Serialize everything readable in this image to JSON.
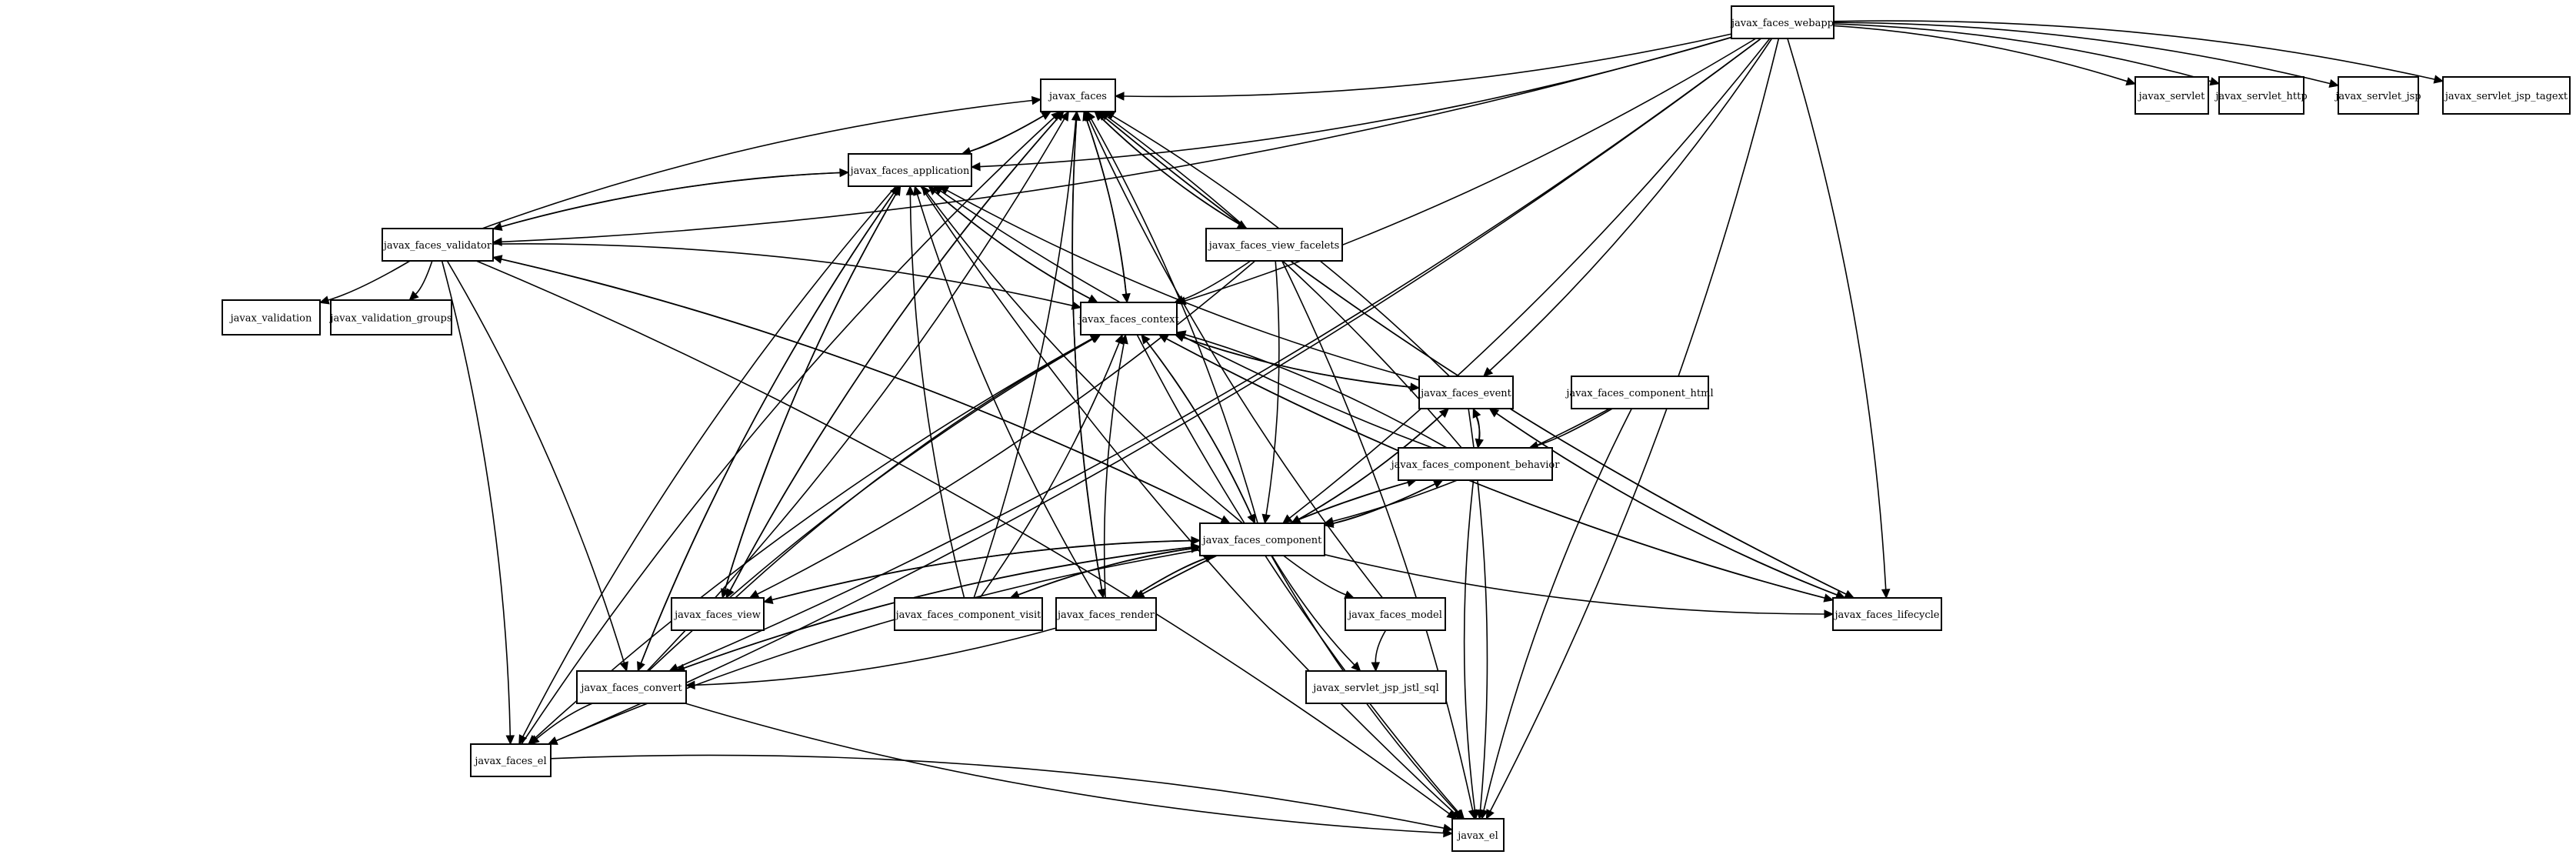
{
  "diagram": {
    "type": "dependency-graph",
    "nodes": [
      {
        "id": "webapp",
        "label": "javax_faces_webapp"
      },
      {
        "id": "faces",
        "label": "javax_faces"
      },
      {
        "id": "servlet",
        "label": "javax_servlet"
      },
      {
        "id": "servlet_http",
        "label": "javax_servlet_http"
      },
      {
        "id": "servlet_jsp",
        "label": "javax_servlet_jsp"
      },
      {
        "id": "servlet_jsp_tagext",
        "label": "javax_servlet_jsp_tagext"
      },
      {
        "id": "application",
        "label": "javax_faces_application"
      },
      {
        "id": "validator",
        "label": "javax_faces_validator"
      },
      {
        "id": "view_facelets",
        "label": "javax_faces_view_facelets"
      },
      {
        "id": "validation",
        "label": "javax_validation"
      },
      {
        "id": "validation_groups",
        "label": "javax_validation_groups"
      },
      {
        "id": "context",
        "label": "javax_faces_context"
      },
      {
        "id": "event",
        "label": "javax_faces_event"
      },
      {
        "id": "component_html",
        "label": "javax_faces_component_html"
      },
      {
        "id": "component_behavior",
        "label": "javax_faces_component_behavior"
      },
      {
        "id": "component",
        "label": "javax_faces_component"
      },
      {
        "id": "view",
        "label": "javax_faces_view"
      },
      {
        "id": "component_visit",
        "label": "javax_faces_component_visit"
      },
      {
        "id": "render",
        "label": "javax_faces_render"
      },
      {
        "id": "model",
        "label": "javax_faces_model"
      },
      {
        "id": "lifecycle",
        "label": "javax_faces_lifecycle"
      },
      {
        "id": "servlet_jsp_jstl_sql",
        "label": "javax_servlet_jsp_jstl_sql"
      },
      {
        "id": "convert",
        "label": "javax_faces_convert"
      },
      {
        "id": "faces_el",
        "label": "javax_faces_el"
      },
      {
        "id": "el",
        "label": "javax_el"
      }
    ],
    "edges": [
      [
        "webapp",
        "faces"
      ],
      [
        "webapp",
        "servlet"
      ],
      [
        "webapp",
        "servlet_http"
      ],
      [
        "webapp",
        "servlet_jsp"
      ],
      [
        "webapp",
        "servlet_jsp_tagext"
      ],
      [
        "webapp",
        "application"
      ],
      [
        "webapp",
        "validator"
      ],
      [
        "webapp",
        "context"
      ],
      [
        "webapp",
        "event"
      ],
      [
        "webapp",
        "component"
      ],
      [
        "webapp",
        "convert"
      ],
      [
        "webapp",
        "faces_el"
      ],
      [
        "webapp",
        "lifecycle"
      ],
      [
        "webapp",
        "el"
      ],
      [
        "faces",
        "application"
      ],
      [
        "application",
        "faces"
      ],
      [
        "application",
        "validator"
      ],
      [
        "validator",
        "application"
      ],
      [
        "validator",
        "faces"
      ],
      [
        "validator",
        "validation"
      ],
      [
        "validator",
        "validation_groups"
      ],
      [
        "validator",
        "context"
      ],
      [
        "validator",
        "component"
      ],
      [
        "validator",
        "convert"
      ],
      [
        "validator",
        "faces_el"
      ],
      [
        "validator",
        "el"
      ],
      [
        "view_facelets",
        "faces"
      ],
      [
        "faces",
        "view_facelets"
      ],
      [
        "view_facelets",
        "context"
      ],
      [
        "view_facelets",
        "component"
      ],
      [
        "view_facelets",
        "view"
      ],
      [
        "view_facelets",
        "el"
      ],
      [
        "context",
        "faces"
      ],
      [
        "faces",
        "context"
      ],
      [
        "context",
        "application"
      ],
      [
        "application",
        "context"
      ],
      [
        "context",
        "event"
      ],
      [
        "event",
        "context"
      ],
      [
        "context",
        "component"
      ],
      [
        "component",
        "context"
      ],
      [
        "context",
        "lifecycle"
      ],
      [
        "lifecycle",
        "context"
      ],
      [
        "context",
        "el"
      ],
      [
        "context",
        "faces_el"
      ],
      [
        "event",
        "faces"
      ],
      [
        "event",
        "application"
      ],
      [
        "event",
        "component"
      ],
      [
        "component",
        "event"
      ],
      [
        "event",
        "el"
      ],
      [
        "event",
        "lifecycle"
      ],
      [
        "lifecycle",
        "event"
      ],
      [
        "component_behavior",
        "event"
      ],
      [
        "event",
        "component_behavior"
      ],
      [
        "component_html",
        "component"
      ],
      [
        "component_html",
        "component_behavior"
      ],
      [
        "component_html",
        "el"
      ],
      [
        "component_behavior",
        "faces"
      ],
      [
        "component_behavior",
        "context"
      ],
      [
        "component_behavior",
        "component"
      ],
      [
        "component",
        "component_behavior"
      ],
      [
        "component_behavior",
        "render"
      ],
      [
        "render",
        "component_behavior"
      ],
      [
        "component_behavior",
        "el"
      ],
      [
        "component_behavior",
        "application"
      ],
      [
        "component",
        "faces"
      ],
      [
        "component",
        "application"
      ],
      [
        "component",
        "view"
      ],
      [
        "view",
        "component"
      ],
      [
        "component",
        "model"
      ],
      [
        "component",
        "lifecycle"
      ],
      [
        "component",
        "servlet_jsp_jstl_sql"
      ],
      [
        "component",
        "convert"
      ],
      [
        "convert",
        "component"
      ],
      [
        "component",
        "faces_el"
      ],
      [
        "component",
        "el"
      ],
      [
        "component",
        "render"
      ],
      [
        "render",
        "component"
      ],
      [
        "component",
        "validator"
      ],
      [
        "component",
        "component_visit"
      ],
      [
        "component_visit",
        "component"
      ],
      [
        "view",
        "faces"
      ],
      [
        "faces",
        "view"
      ],
      [
        "view",
        "application"
      ],
      [
        "application",
        "view"
      ],
      [
        "view",
        "context"
      ],
      [
        "component_visit",
        "faces"
      ],
      [
        "component_visit",
        "application"
      ],
      [
        "component_visit",
        "context"
      ],
      [
        "render",
        "faces"
      ],
      [
        "faces",
        "render"
      ],
      [
        "render",
        "application"
      ],
      [
        "render",
        "context"
      ],
      [
        "render",
        "convert"
      ],
      [
        "model",
        "faces"
      ],
      [
        "model",
        "servlet_jsp_jstl_sql"
      ],
      [
        "lifecycle",
        "faces"
      ],
      [
        "faces",
        "lifecycle"
      ],
      [
        "convert",
        "faces"
      ],
      [
        "convert",
        "application"
      ],
      [
        "application",
        "convert"
      ],
      [
        "convert",
        "context"
      ],
      [
        "convert",
        "faces_el"
      ],
      [
        "convert",
        "el"
      ],
      [
        "faces_el",
        "faces"
      ],
      [
        "faces_el",
        "el"
      ],
      [
        "application",
        "faces_el"
      ],
      [
        "application",
        "el"
      ]
    ]
  }
}
